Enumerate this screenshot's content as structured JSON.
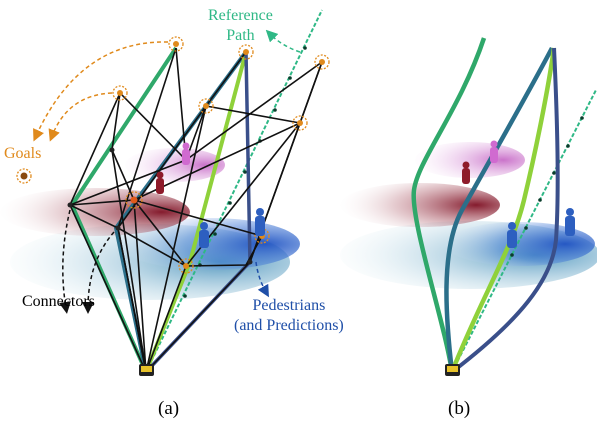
{
  "colors": {
    "goals": "#e08a1c",
    "reference_path": "#2fb886",
    "pedestrians": "#1f4fa8",
    "connectors": "#111111",
    "crowd_blue": "#2d5fc0",
    "crowd_red": "#8e1a2a",
    "crowd_magenta": "#c05cc0",
    "path_dark_teal": "#2b6f8a",
    "path_green": "#2fa86a",
    "path_lime": "#8fd13a",
    "path_navy": "#3a4f8a"
  },
  "labels": {
    "goals": "Goals",
    "reference_path_line1": "Reference",
    "reference_path_line2": "Path",
    "connectors": "Connectors",
    "pedestrians_line1": "Pedestrians",
    "pedestrians_line2": "(and Predictions)"
  },
  "panels": {
    "a": "(a)",
    "b": "(b)"
  },
  "icons": [
    "robot-icon",
    "pedestrian-icon",
    "goal-marker-icon"
  ]
}
